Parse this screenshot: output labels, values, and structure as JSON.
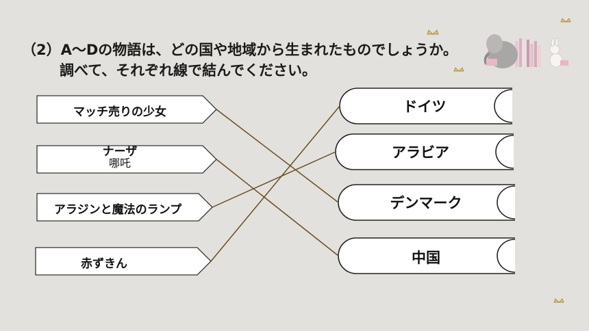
{
  "instruction": {
    "line1": "（2）A～Dの物語は、どの国や地域から生まれたものでしょうか。",
    "line2": "調べて、それぞれ線で結んでください。"
  },
  "stories": [
    {
      "label": "マッチ売りの少女"
    },
    {
      "label": "ナーザ",
      "ruby": "哪吒"
    },
    {
      "label": "アラジンと魔法のランプ"
    },
    {
      "label": "赤ずきん"
    }
  ],
  "places": [
    {
      "label": "ドイツ"
    },
    {
      "label": "アラビア"
    },
    {
      "label": "デンマーク"
    },
    {
      "label": "中国"
    }
  ],
  "connections": [
    [
      0,
      2
    ],
    [
      1,
      3
    ],
    [
      2,
      1
    ],
    [
      3,
      0
    ]
  ],
  "colors": {
    "line": "#6b4e22",
    "stroke": "#333333",
    "box": "#ffffff"
  },
  "decorations": [
    "elephant-reading-books-illustration",
    "butterfly-icon"
  ]
}
